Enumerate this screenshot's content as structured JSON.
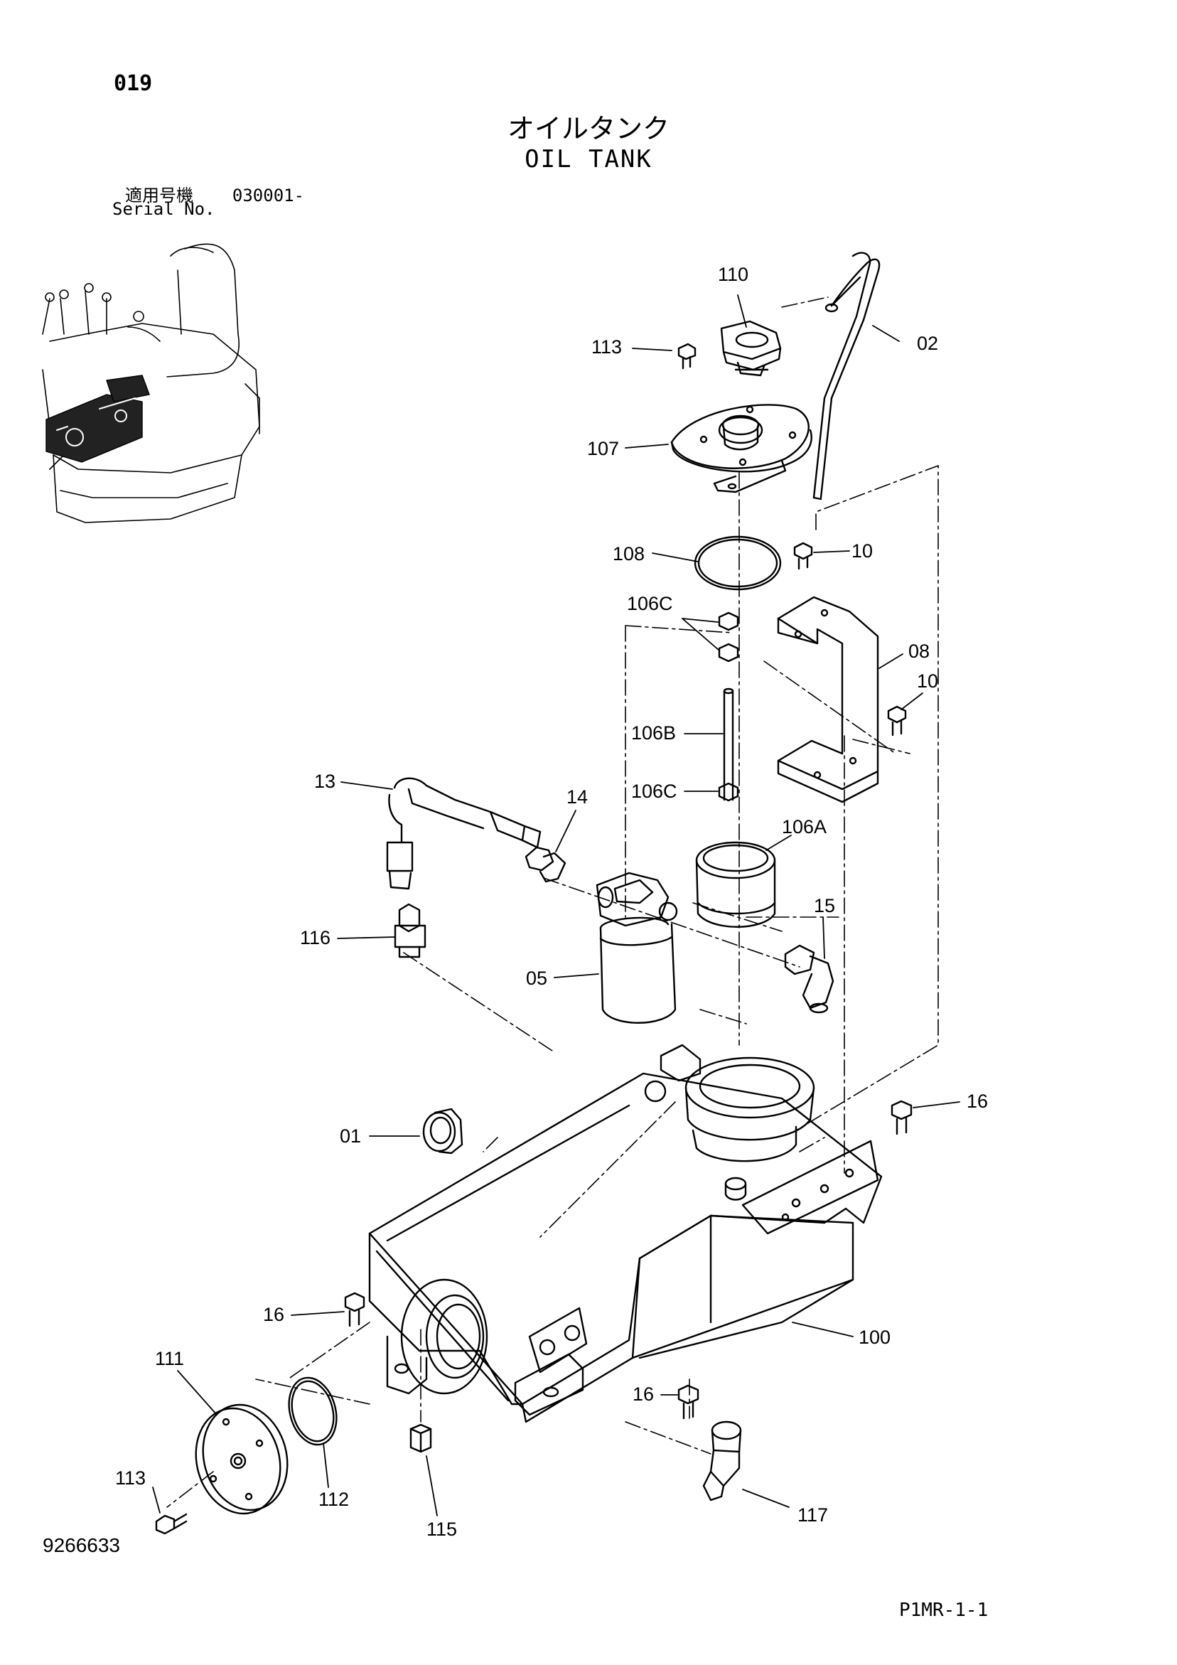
{
  "header": {
    "page_number": "019",
    "title_jp": "オイルタンク",
    "title_en": "OIL TANK",
    "serial_label_jp": "適用号機",
    "serial_value": "030001-",
    "serial_label_en": "Serial No."
  },
  "footer": {
    "document_id": "9266633",
    "page_code": "P1MR-1-1"
  },
  "part_labels": {
    "p110": "110",
    "p113_top": "113",
    "p02": "02",
    "p107": "107",
    "p108": "108",
    "p10_top": "10",
    "p106c_top": "106C",
    "p08": "08",
    "p10_mid": "10",
    "p106b": "106B",
    "p13": "13",
    "p14": "14",
    "p106c_bot": "106C",
    "p106a": "106A",
    "p116": "116",
    "p15": "15",
    "p05": "05",
    "p16_right": "16",
    "p01": "01",
    "p16_left": "16",
    "p100": "100",
    "p111": "111",
    "p16_bottom": "16",
    "p113_bottom": "113",
    "p112": "112",
    "p115": "115",
    "p117": "117"
  }
}
